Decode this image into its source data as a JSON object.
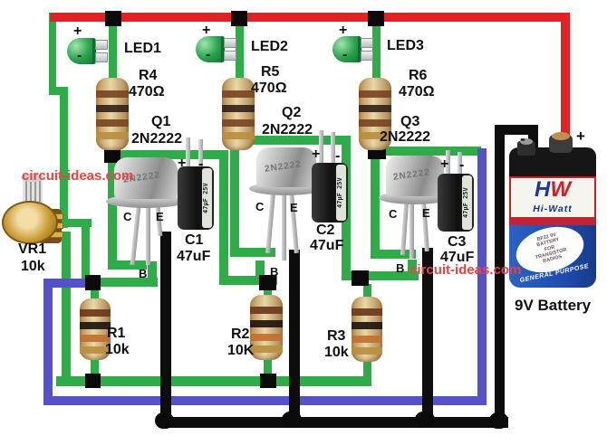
{
  "watermark_left": "circuit-ideas.com",
  "watermark_right": "circuit-ideas.com",
  "pins": {
    "c": "C",
    "e": "E",
    "b": "B"
  },
  "signs": {
    "plus": "+",
    "minus": "-"
  },
  "can_marking": "2N2222",
  "cap_marking": "47µF 25V",
  "stages": [
    {
      "led": "LED1",
      "res": "R4",
      "res_value": "470Ω",
      "q": "Q1",
      "q_part": "2N2222",
      "cap": "C1",
      "cap_value": "47uF",
      "rb": "R1",
      "rb_value": "10k"
    },
    {
      "led": "LED2",
      "res": "R5",
      "res_value": "470Ω",
      "q": "Q2",
      "q_part": "2N2222",
      "cap": "C2",
      "cap_value": "47uF",
      "rb": "R2",
      "rb_value": "10K"
    },
    {
      "led": "LED3",
      "res": "R6",
      "res_value": "470Ω",
      "q": "Q3",
      "q_part": "2N2222",
      "cap": "C3",
      "cap_value": "47uF",
      "rb": "R3",
      "rb_value": "10k"
    }
  ],
  "pot": {
    "name": "VR1",
    "value": "10k"
  },
  "battery": {
    "caption": "9V Battery",
    "brand_h": "H",
    "brand_w": "W",
    "brand_sub": "Hi-Watt",
    "label_line1": "BF22 9V",
    "label_line2": "BATTERY",
    "label_line3": "FOR",
    "label_line4": "TRANSISTOR",
    "label_line5": "RADIOS",
    "footer": "GENERAL PURPOSE",
    "plus": "+",
    "minus": "-"
  },
  "colors": {
    "wire_green": "#2fab49",
    "wire_red": "#e02227",
    "wire_blue": "#5552c8",
    "wire_black": "#0d0d0d"
  }
}
